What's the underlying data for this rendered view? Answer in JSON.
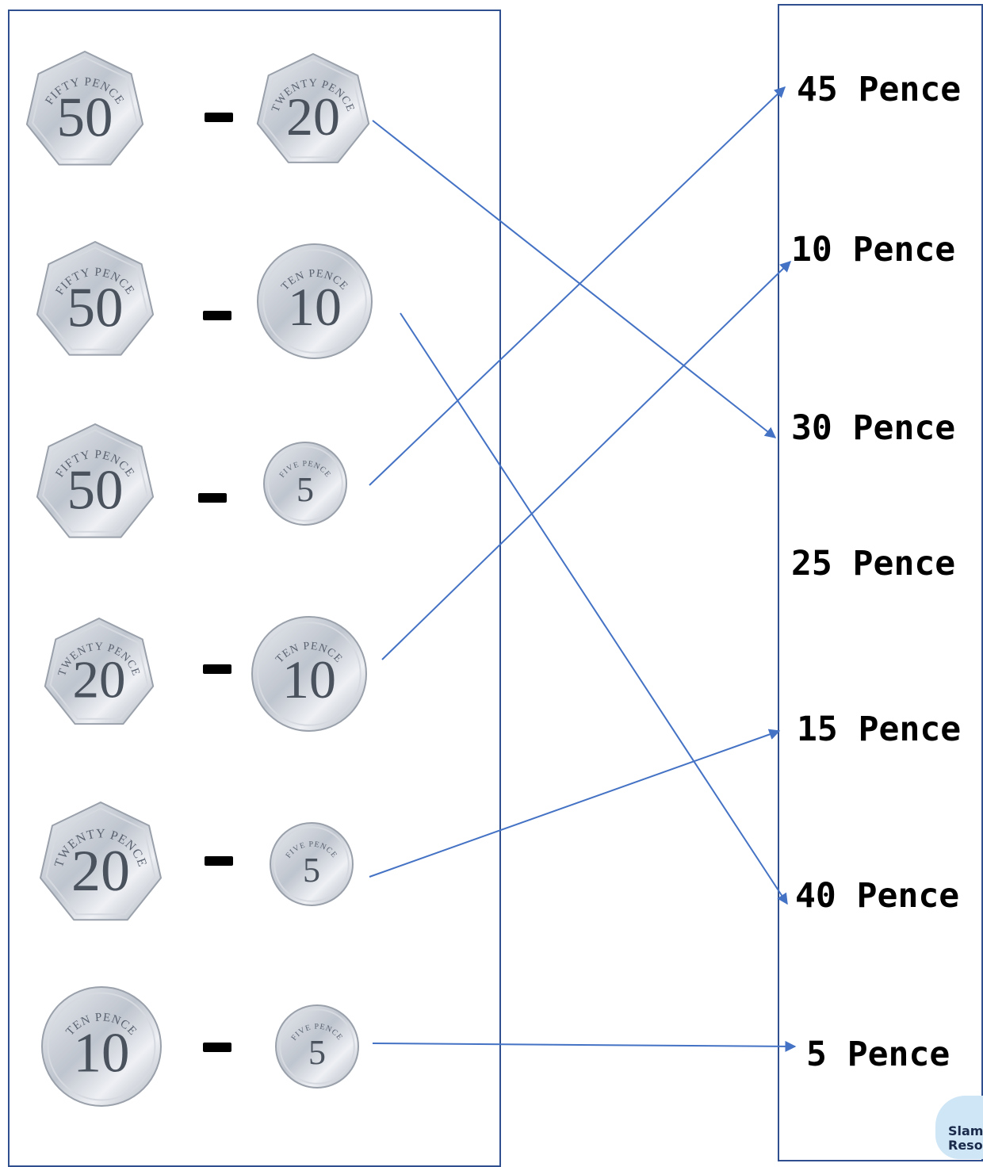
{
  "colors": {
    "arrow": "#4472c4",
    "panel_border": "#2f4f8f",
    "coin": "#c9ced6"
  },
  "questions": [
    {
      "first": {
        "shape": "heptagon",
        "value": "50",
        "legend": "FIFTY PENCE"
      },
      "second": {
        "shape": "heptagon",
        "value": "20",
        "legend": "TWENTY PENCE"
      },
      "answer_index": 2
    },
    {
      "first": {
        "shape": "heptagon",
        "value": "50",
        "legend": "FIFTY PENCE"
      },
      "second": {
        "shape": "circle",
        "value": "10",
        "legend": "TEN PENCE"
      },
      "answer_index": 5
    },
    {
      "first": {
        "shape": "heptagon",
        "value": "50",
        "legend": "FIFTY PENCE"
      },
      "second": {
        "shape": "circle",
        "value": "5",
        "legend": "FIVE PENCE"
      },
      "answer_index": 0
    },
    {
      "first": {
        "shape": "heptagon",
        "value": "20",
        "legend": "TWENTY PENCE"
      },
      "second": {
        "shape": "circle",
        "value": "10",
        "legend": "TEN PENCE"
      },
      "answer_index": 1
    },
    {
      "first": {
        "shape": "heptagon",
        "value": "20",
        "legend": "TWENTY PENCE"
      },
      "second": {
        "shape": "circle",
        "value": "5",
        "legend": "FIVE PENCE"
      },
      "answer_index": 4
    },
    {
      "first": {
        "shape": "circle",
        "value": "10",
        "legend": "TEN PENCE"
      },
      "second": {
        "shape": "circle",
        "value": "5",
        "legend": "FIVE PENCE"
      },
      "answer_index": 6
    }
  ],
  "operator": "-",
  "answers": [
    "45 Pence",
    "10 Pence",
    "30 Pence",
    "25 Pence",
    "15 Pence",
    "40 Pence",
    "5 Pence"
  ],
  "logo": {
    "text": "Slam Resou"
  }
}
